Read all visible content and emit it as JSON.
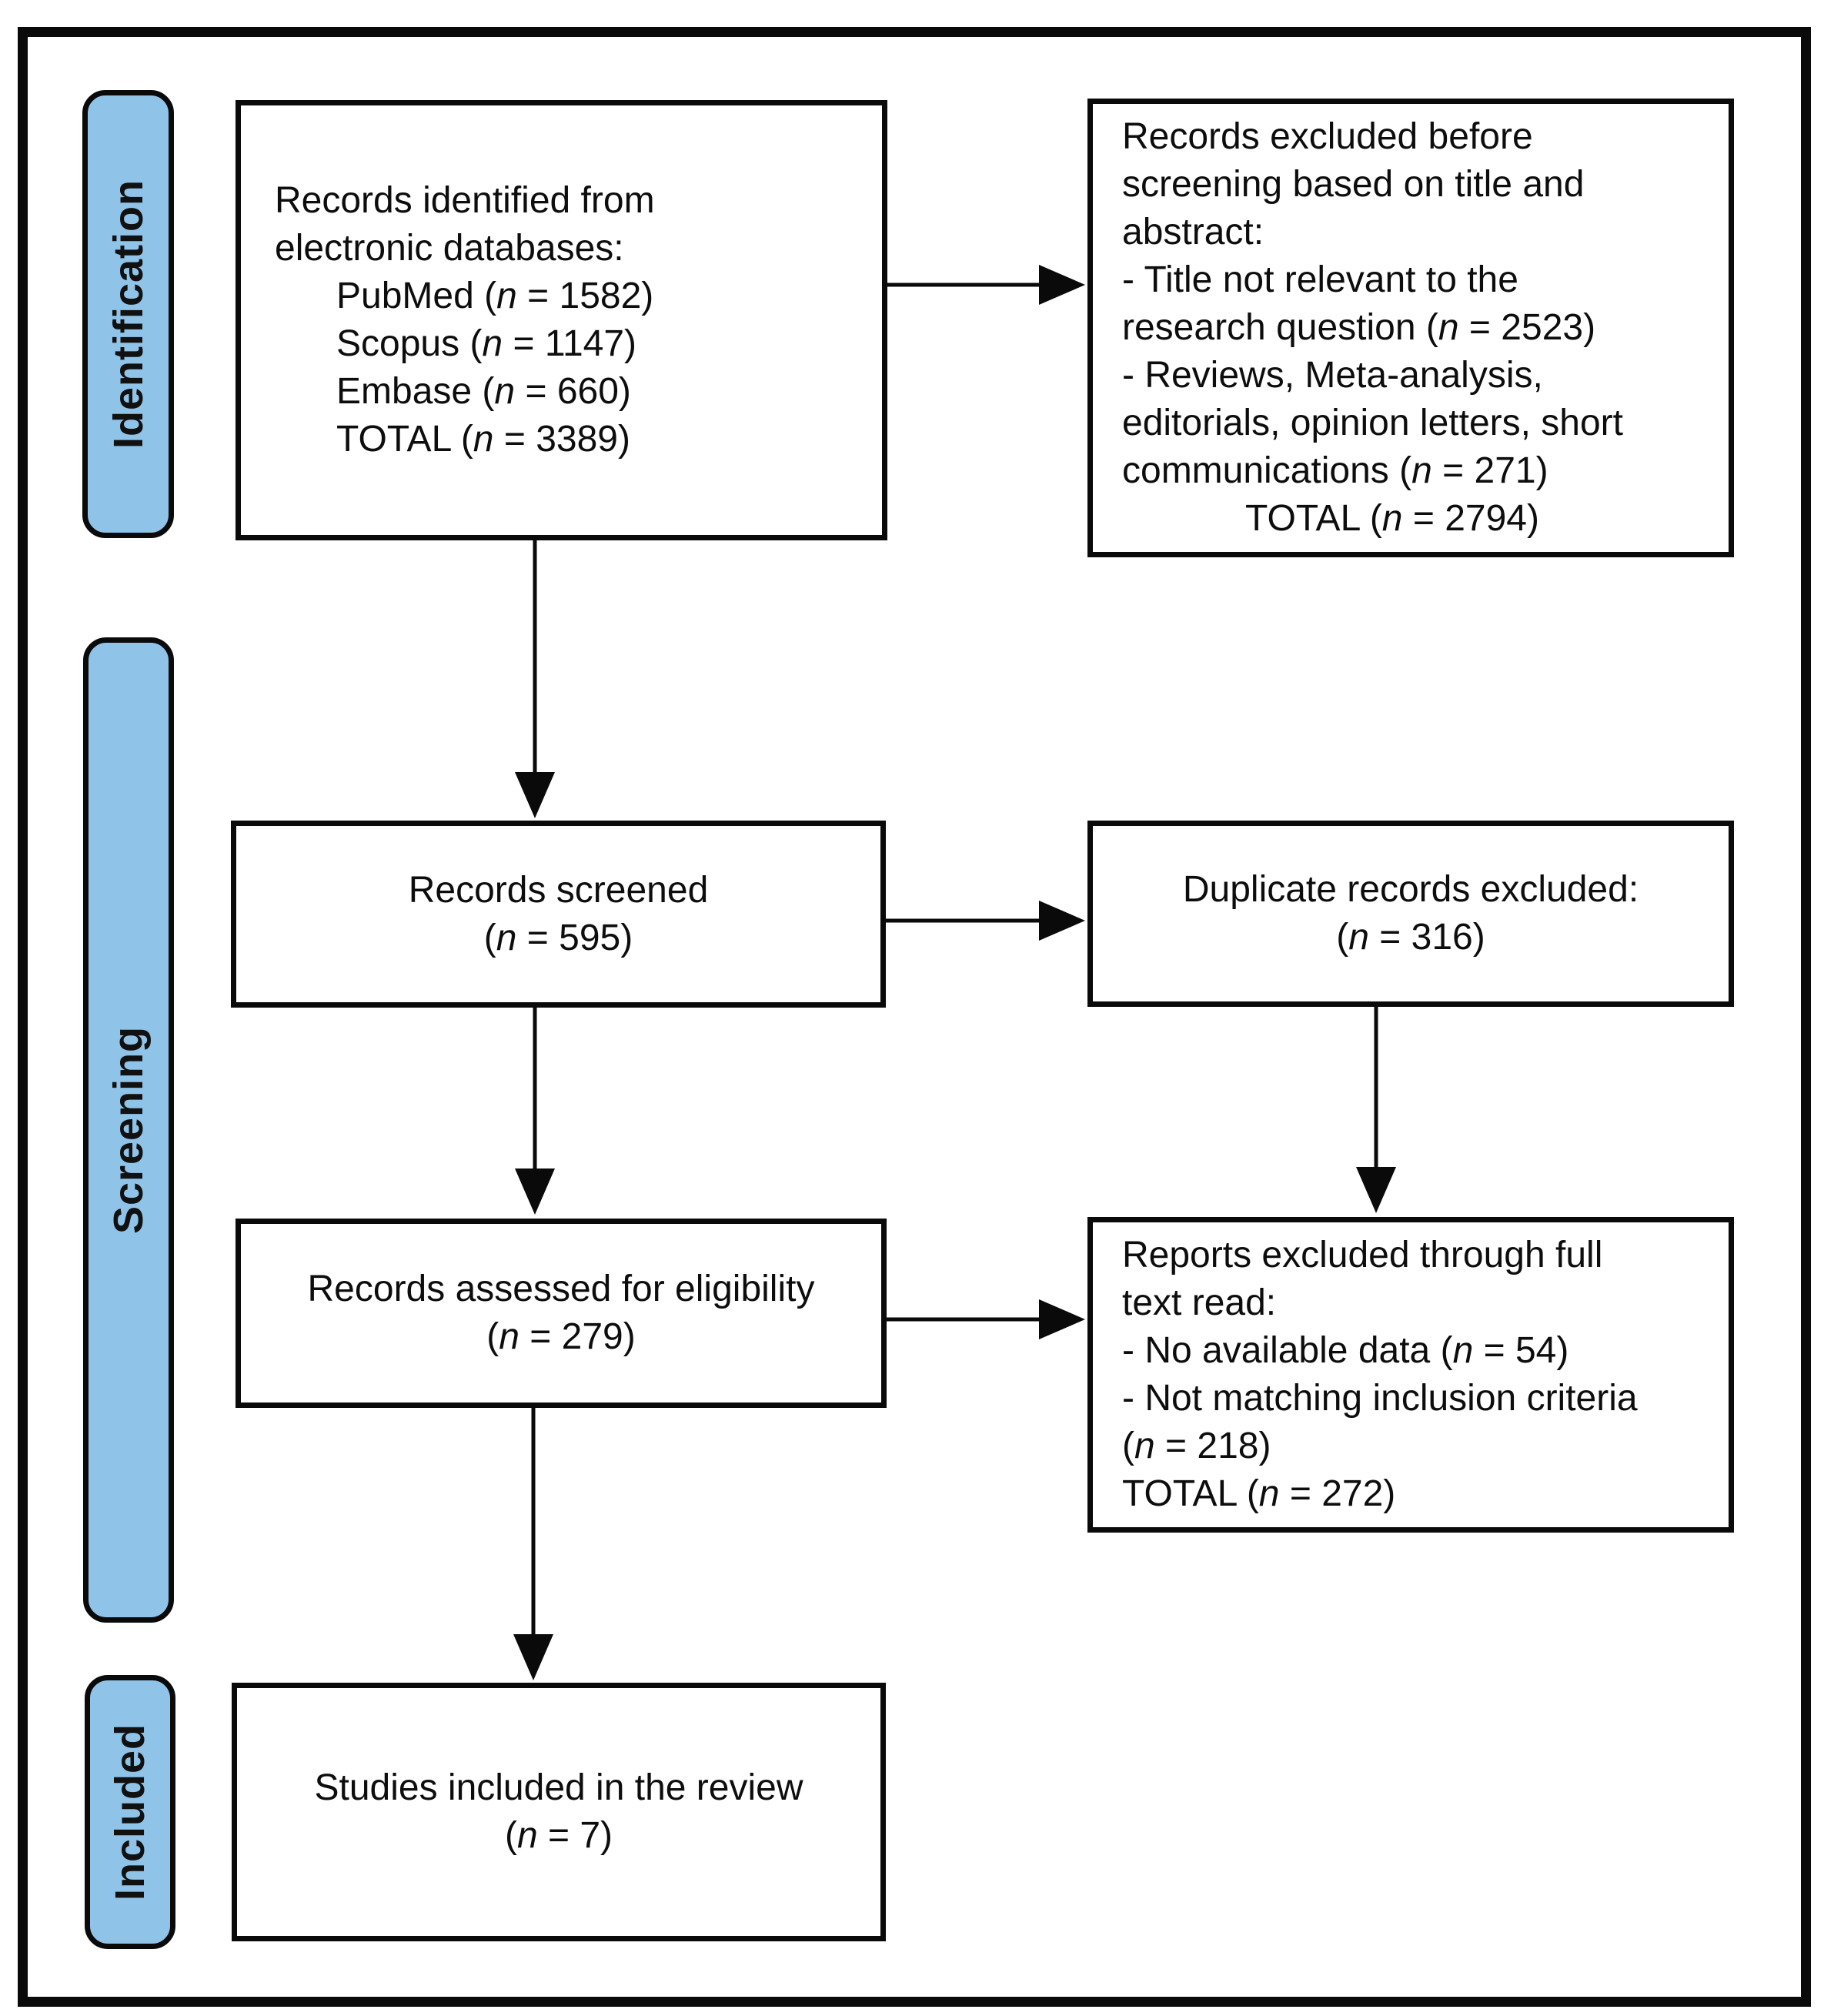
{
  "colors": {
    "stage_fill": "#8FC3E8",
    "line_color": "#0a0a0a",
    "background": "#ffffff"
  },
  "stages": [
    {
      "label": "Identification"
    },
    {
      "label": "Screening"
    },
    {
      "label": "Included"
    }
  ],
  "boxes": {
    "identified": {
      "lines": [
        {
          "segs": [
            {
              "t": "Records identified from"
            }
          ]
        },
        {
          "segs": [
            {
              "t": "electronic databases:"
            }
          ]
        },
        {
          "ind": 80,
          "segs": [
            {
              "t": "PubMed ("
            },
            {
              "t": "n",
              "it": true
            },
            {
              "t": " = 1582)"
            }
          ]
        },
        {
          "ind": 80,
          "segs": [
            {
              "t": "Scopus ("
            },
            {
              "t": "n",
              "it": true
            },
            {
              "t": " = 1147)"
            }
          ]
        },
        {
          "ind": 80,
          "segs": [
            {
              "t": "Embase ("
            },
            {
              "t": "n",
              "it": true
            },
            {
              "t": " = 660)"
            }
          ]
        },
        {
          "ind": 80,
          "segs": [
            {
              "t": "TOTAL ("
            },
            {
              "t": "n",
              "it": true
            },
            {
              "t": " = 3389)"
            }
          ]
        }
      ]
    },
    "excluded_screening": {
      "lines": [
        {
          "segs": [
            {
              "t": "Records excluded before"
            }
          ]
        },
        {
          "segs": [
            {
              "t": "screening based on title and"
            }
          ]
        },
        {
          "segs": [
            {
              "t": "abstract:"
            }
          ]
        },
        {
          "segs": [
            {
              "t": "- Title not relevant to the"
            }
          ]
        },
        {
          "segs": [
            {
              "t": "research question ("
            },
            {
              "t": "n",
              "it": true
            },
            {
              "t": " = 2523)"
            }
          ]
        },
        {
          "segs": [
            {
              "t": "- Reviews, Meta-analysis,"
            }
          ]
        },
        {
          "segs": [
            {
              "t": "editorials, opinion letters, short"
            }
          ]
        },
        {
          "segs": [
            {
              "t": "communications ("
            },
            {
              "t": "n",
              "it": true
            },
            {
              "t": " = 271)"
            }
          ]
        },
        {
          "ind": 160,
          "segs": [
            {
              "t": "TOTAL ("
            },
            {
              "t": "n",
              "it": true
            },
            {
              "t": " = 2794)"
            }
          ]
        }
      ]
    },
    "screened": {
      "lines": [
        {
          "segs": [
            {
              "t": "Records screened"
            }
          ]
        },
        {
          "segs": [
            {
              "t": "("
            },
            {
              "t": "n",
              "it": true
            },
            {
              "t": " = 595)"
            }
          ]
        }
      ]
    },
    "duplicates": {
      "lines": [
        {
          "segs": [
            {
              "t": "Duplicate records excluded:"
            }
          ]
        },
        {
          "segs": [
            {
              "t": "("
            },
            {
              "t": "n",
              "it": true
            },
            {
              "t": " = 316)"
            }
          ]
        }
      ]
    },
    "assessed": {
      "lines": [
        {
          "segs": [
            {
              "t": "Records assessed for eligibility"
            }
          ]
        },
        {
          "segs": [
            {
              "t": "("
            },
            {
              "t": "n",
              "it": true
            },
            {
              "t": " = 279)"
            }
          ]
        }
      ]
    },
    "excluded_fulltext": {
      "lines": [
        {
          "segs": [
            {
              "t": "Reports excluded through full"
            }
          ]
        },
        {
          "segs": [
            {
              "t": "text read:"
            }
          ]
        },
        {
          "segs": [
            {
              "t": "- No available data ("
            },
            {
              "t": "n",
              "it": true
            },
            {
              "t": " = 54)"
            }
          ]
        },
        {
          "segs": [
            {
              "t": "- Not matching inclusion criteria"
            }
          ]
        },
        {
          "segs": [
            {
              "t": "("
            },
            {
              "t": "n",
              "it": true
            },
            {
              "t": " = 218)"
            }
          ]
        },
        {
          "segs": [
            {
              "t": "TOTAL ("
            },
            {
              "t": "n",
              "it": true
            },
            {
              "t": " = 272)"
            }
          ]
        }
      ]
    },
    "included": {
      "lines": [
        {
          "segs": [
            {
              "t": "Studies included in the review"
            }
          ]
        },
        {
          "segs": [
            {
              "t": "("
            },
            {
              "t": "n",
              "it": true
            },
            {
              "t": " = 7)"
            }
          ]
        }
      ]
    }
  }
}
